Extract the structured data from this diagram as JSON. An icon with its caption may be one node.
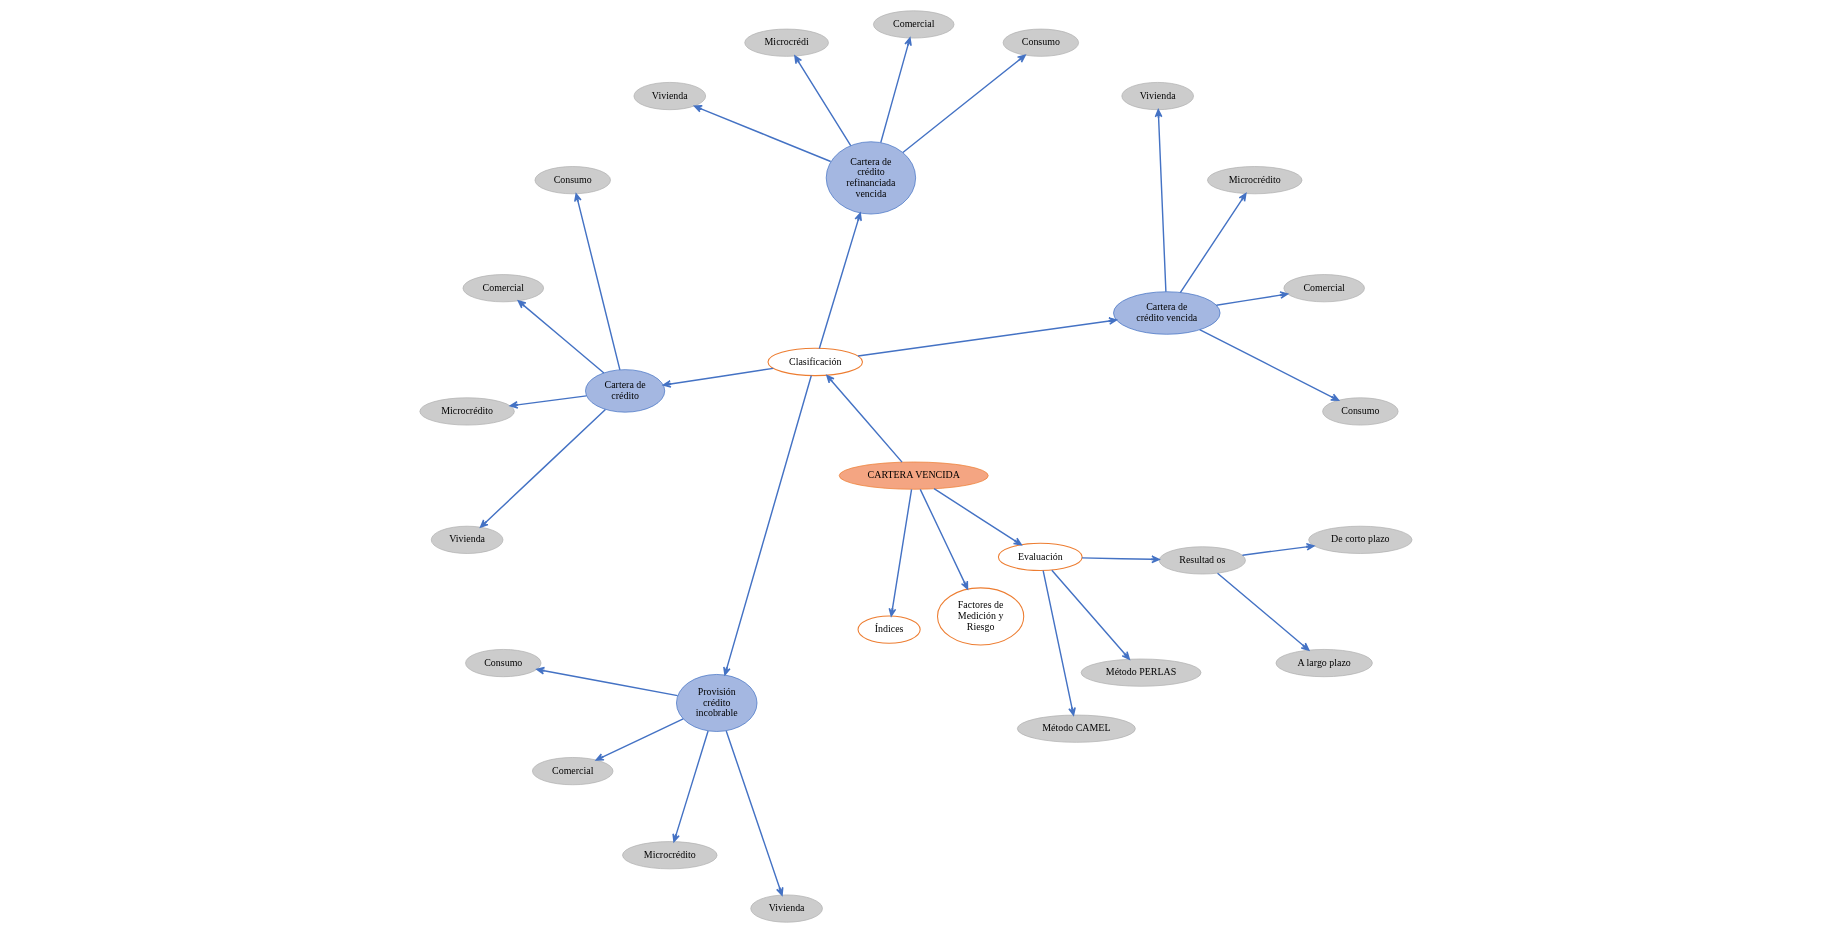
{
  "diagram": {
    "nodes": [
      {
        "text": [
          "CARTERA VENCIDA"
        ]
      },
      {
        "text": [
          "Clasificación"
        ]
      },
      {
        "text": [
          "Cartera de crédito vencida"
        ]
      },
      {
        "text": [
          "Cartera de crédito refinanciada vencida"
        ]
      },
      {
        "text": [
          "Cartera de crédito"
        ]
      },
      {
        "text": [
          "Provisión crédito incobrable"
        ]
      },
      {
        "text": [
          "Índices"
        ]
      },
      {
        "text": [
          "Factores de Medición y Riesgo"
        ]
      },
      {
        "text": [
          "Evaluación"
        ]
      },
      {
        "text": [
          "Método CAMEL"
        ]
      },
      {
        "text": [
          "Método PERLAS"
        ]
      },
      {
        "text": [
          "Resultad os"
        ]
      },
      {
        "text": [
          "A largo plazo"
        ]
      },
      {
        "text": [
          "De corto plazo"
        ]
      },
      {
        "text": [
          "Consumo"
        ]
      },
      {
        "text": [
          "Comercial"
        ]
      },
      {
        "text": [
          "Microcrédito"
        ]
      },
      {
        "text": [
          "Vivienda"
        ]
      },
      {
        "text": [
          "Consumo"
        ]
      },
      {
        "text": [
          "Comercial"
        ]
      },
      {
        "text": [
          "Microcrédi"
        ]
      },
      {
        "text": [
          "Vivienda"
        ]
      },
      {
        "text": [
          "Consumo"
        ]
      },
      {
        "text": [
          "Comercial"
        ]
      },
      {
        "text": [
          "Microcrédito"
        ]
      },
      {
        "text": [
          "Vivienda"
        ]
      },
      {
        "text": [
          "Consumo"
        ]
      },
      {
        "text": [
          "Comercial"
        ]
      },
      {
        "text": [
          "Microcrédito"
        ]
      },
      {
        "text": [
          "Vivienda"
        ]
      }
    ],
    "edges": [
      {
        "from": 0,
        "to": 1,
        "arrow": "to"
      },
      {
        "from": 1,
        "to": 2,
        "arrow": "to"
      },
      {
        "from": 1,
        "to": 3,
        "arrow": "to"
      },
      {
        "from": 1,
        "to": 4,
        "arrow": "to"
      },
      {
        "from": 1,
        "to": 5,
        "arrow": "to"
      },
      {
        "from": 0,
        "to": 6,
        "arrow": "to"
      },
      {
        "from": 0,
        "to": 7,
        "arrow": "to"
      },
      {
        "from": 0,
        "to": 8,
        "arrow": "to"
      },
      {
        "from": 8,
        "to": 9,
        "arrow": "to"
      },
      {
        "from": 8,
        "to": 10,
        "arrow": "to"
      },
      {
        "from": 8,
        "to": 11,
        "arrow": "to"
      },
      {
        "from": 11,
        "to": 12,
        "arrow": "to"
      },
      {
        "from": 11,
        "to": 13,
        "arrow": "to"
      },
      {
        "from": 2,
        "to": 14,
        "arrow": "to"
      },
      {
        "from": 2,
        "to": 15,
        "arrow": "to"
      },
      {
        "from": 2,
        "to": 16,
        "arrow": "to"
      },
      {
        "from": 2,
        "to": 17,
        "arrow": "to"
      },
      {
        "from": 3,
        "to": 18,
        "arrow": "to"
      },
      {
        "from": 3,
        "to": 19,
        "arrow": "to"
      },
      {
        "from": 3,
        "to": 20,
        "arrow": "to"
      },
      {
        "from": 3,
        "to": 21,
        "arrow": "to"
      },
      {
        "from": 4,
        "to": 22,
        "arrow": "to"
      },
      {
        "from": 4,
        "to": 23,
        "arrow": "to"
      },
      {
        "from": 4,
        "to": 24,
        "arrow": "to"
      },
      {
        "from": 4,
        "to": 25,
        "arrow": "to"
      },
      {
        "from": 5,
        "to": 26,
        "arrow": "to"
      },
      {
        "from": 5,
        "to": 27,
        "arrow": "to"
      },
      {
        "from": 5,
        "to": 28,
        "arrow": "to"
      },
      {
        "from": 5,
        "to": 29,
        "arrow": "to"
      }
    ]
  }
}
